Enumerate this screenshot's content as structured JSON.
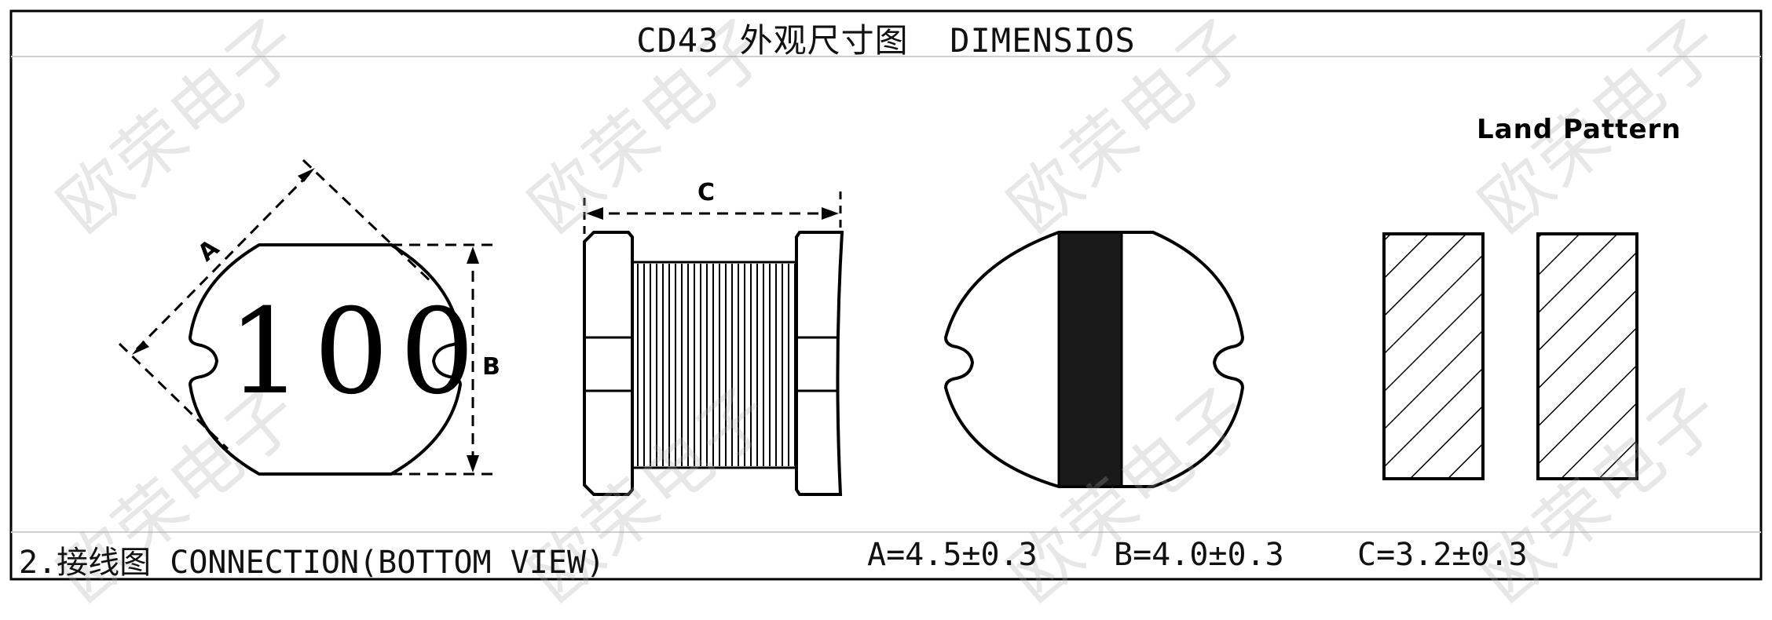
{
  "title": "CD43 外观尺寸图  DIMENSIOS",
  "land_pattern_label": "Land Pattern",
  "part_marking": "100",
  "dimension_letters": {
    "a": "A",
    "b": "B",
    "c": "C"
  },
  "footer": {
    "connection_label": "2.接线图 CONNECTION(BOTTOM VIEW)",
    "spec_a": "A=4.5±0.3",
    "spec_b": "B=4.0±0.3",
    "spec_c": "C=3.2±0.3"
  },
  "watermark_text": "欧荣电子",
  "colors": {
    "line": "#000000",
    "grid": "#cfcfcf",
    "body_fill": "#ffffff",
    "band": "#1a1a1a",
    "watermark": "#aaaaaa"
  }
}
